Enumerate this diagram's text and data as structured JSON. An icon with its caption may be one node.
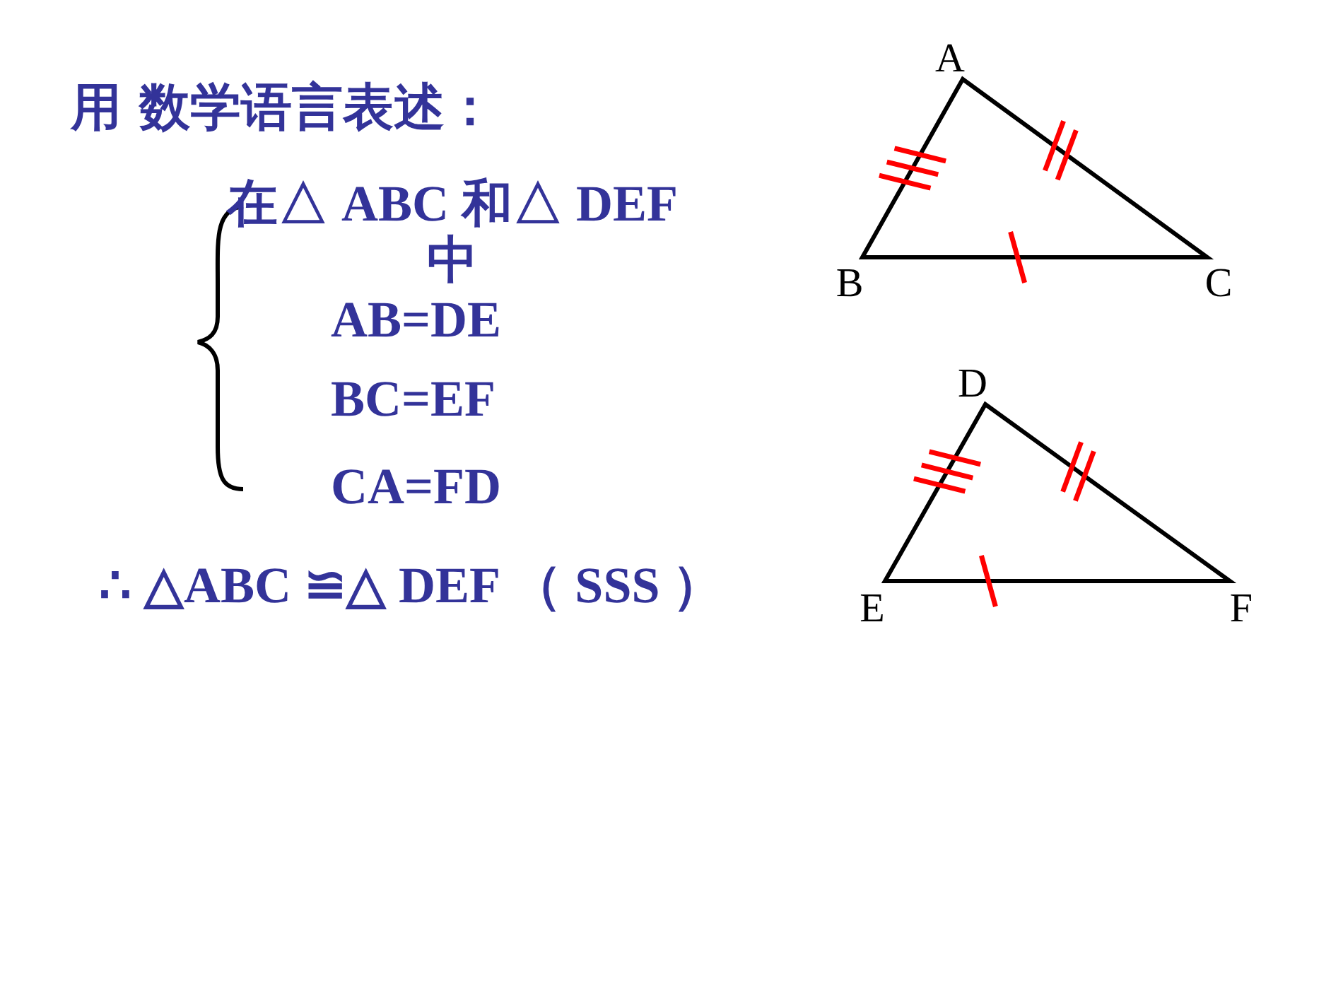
{
  "diagram": {
    "title": "用 数学语言表述：",
    "labels": [
      "A",
      "B",
      "C",
      "在△ ABC 和△ DEF 中",
      "AB=DE",
      "BC=EF",
      "D",
      "CA=FD",
      "∴ △ABC ≌△ DEF （ SSS ）",
      "E",
      "F"
    ]
  }
}
